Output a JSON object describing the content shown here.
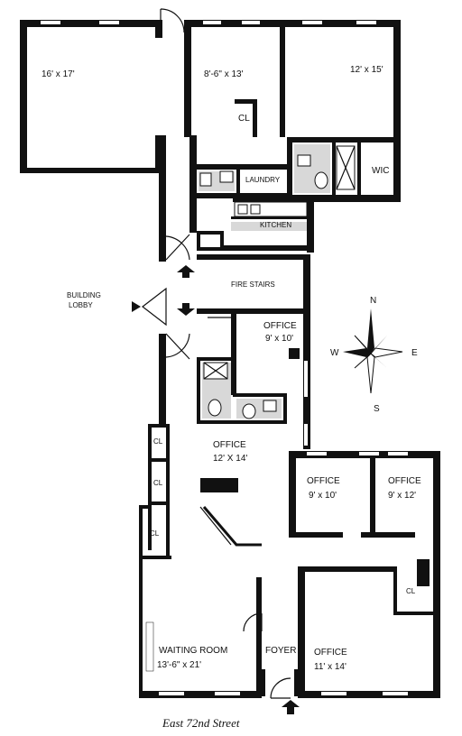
{
  "rooms": {
    "bedroom_a": "16' x 17'",
    "bedroom_b": "8'-6\" x 13'",
    "bedroom_c": "12' x 15'",
    "wic": "WIC",
    "laundry": "LAUNDRY",
    "kitchen": "KITCHEN",
    "fire_stairs": "FIRE STAIRS",
    "office_1_name": "OFFICE",
    "office_1_dim": "9' x 10'",
    "office_2_name": "OFFICE",
    "office_2_dim": "12' X 14'",
    "office_3_name": "OFFICE",
    "office_3_dim": "9' x 10'",
    "office_4_name": "OFFICE",
    "office_4_dim": "9' x 12'",
    "office_5_name": "OFFICE",
    "office_5_dim": "11' x 14'",
    "waiting_name": "WAITING ROOM",
    "waiting_dim": "13'-6\" x 21'",
    "foyer": "FOYER",
    "closet": "CL"
  },
  "labels": {
    "building_lobby_1": "BUILDING",
    "building_lobby_2": "LOBBY",
    "street": "East 72nd Street"
  },
  "compass": {
    "n": "N",
    "s": "S",
    "e": "E",
    "w": "W"
  }
}
